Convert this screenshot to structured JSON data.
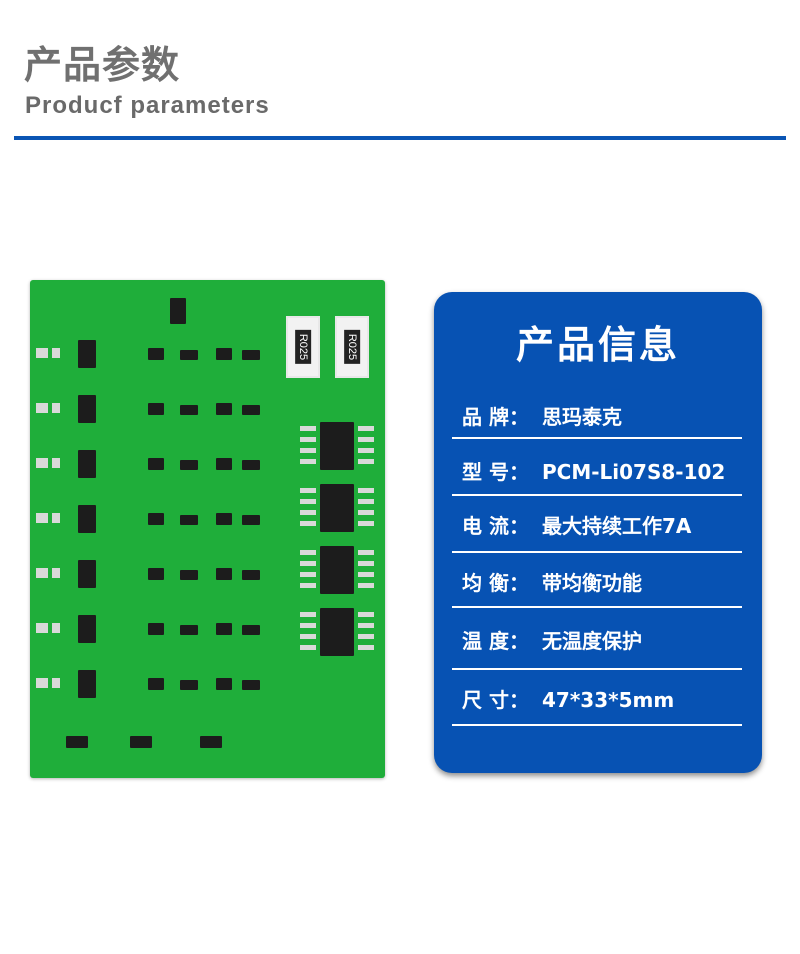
{
  "header": {
    "title": "产品参数",
    "subtitle": "Producf parameters",
    "accent_color": "#0a55b4"
  },
  "product_image": {
    "board_color": "#1fae3a",
    "resistor_labels": [
      "R025",
      "R025"
    ]
  },
  "info_card": {
    "title": "产品信息",
    "background_color": "#0752b3",
    "rows": [
      {
        "label": "品 牌：",
        "value": "思玛泰克"
      },
      {
        "label": "型  号：",
        "value": "PCM-Li07S8-102"
      },
      {
        "label": "电  流：",
        "value": "最大持续工作7A"
      },
      {
        "label": "均  衡：",
        "value": "带均衡功能"
      },
      {
        "label": "温  度：",
        "value": "无温度保护"
      },
      {
        "label": "尺  寸：",
        "value": "47*33*5mm"
      }
    ]
  }
}
